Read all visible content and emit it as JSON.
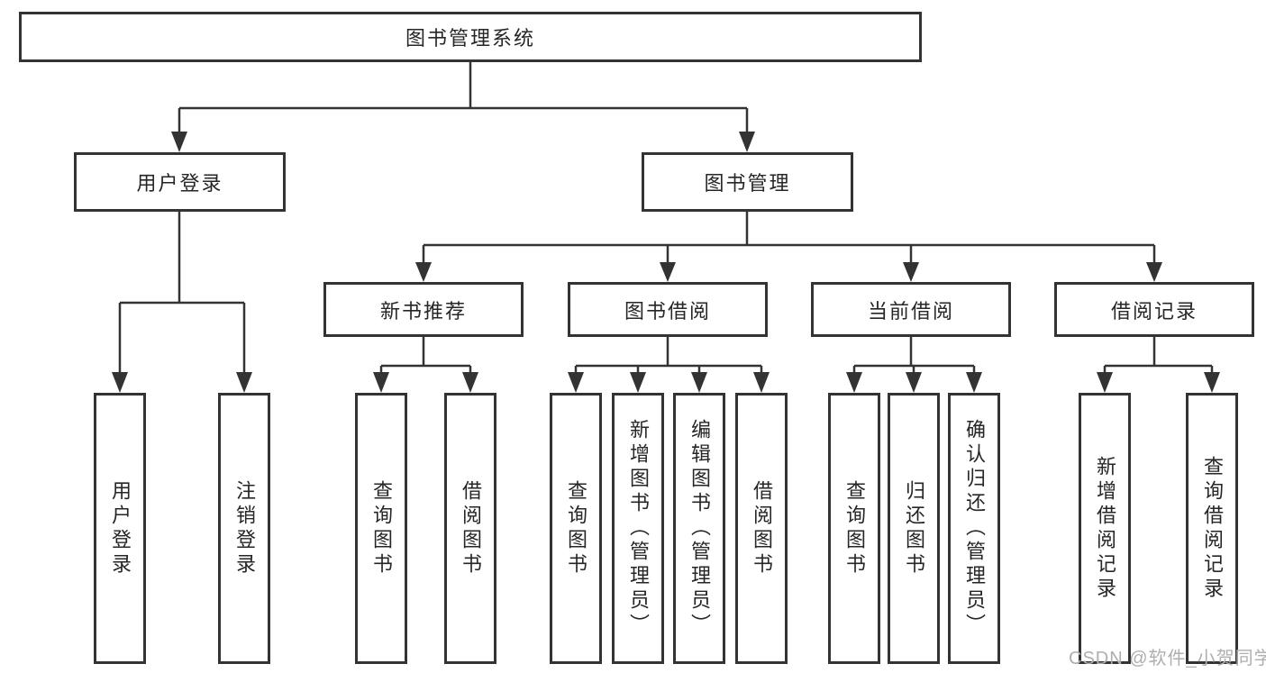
{
  "diagram_title": "图书管理系统",
  "tree": {
    "root": {
      "label": "图书管理系统"
    },
    "children": [
      {
        "label": "用户登录",
        "children": [
          {
            "label": "用户登录"
          },
          {
            "label": "注销登录"
          }
        ]
      },
      {
        "label": "图书管理",
        "children": [
          {
            "label": "新书推荐",
            "children": [
              {
                "label": "查询图书"
              },
              {
                "label": "借阅图书"
              }
            ]
          },
          {
            "label": "图书借阅",
            "children": [
              {
                "label": "查询图书"
              },
              {
                "label": "新增图书（管理员）"
              },
              {
                "label": "编辑图书（管理员）"
              },
              {
                "label": "借阅图书"
              }
            ]
          },
          {
            "label": "当前借阅",
            "children": [
              {
                "label": "查询图书"
              },
              {
                "label": "归还图书"
              },
              {
                "label": "确认归还（管理员）"
              }
            ]
          },
          {
            "label": "借阅记录",
            "children": [
              {
                "label": "新增借阅记录"
              },
              {
                "label": "查询借阅记录"
              }
            ]
          }
        ]
      }
    ]
  },
  "watermark": {
    "text": "CSDN @软件_小贺同学"
  },
  "colors": {
    "line": "#333333",
    "text": "#262626",
    "background": "#ffffff",
    "watermark": "#aeaeae"
  }
}
